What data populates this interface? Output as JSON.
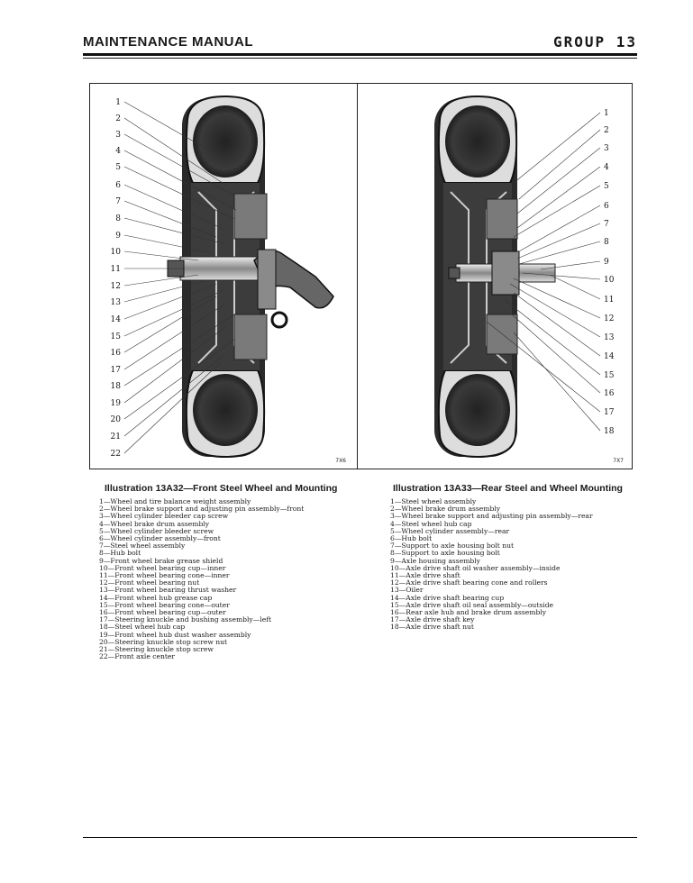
{
  "header": {
    "left": "MAINTENANCE MANUAL",
    "right": "GROUP 13"
  },
  "fig1": {
    "ref": "7X6",
    "caption": "Illustration 13A32—Front Steel Wheel and Mounting",
    "callouts": [
      "1",
      "2",
      "3",
      "4",
      "5",
      "6",
      "7",
      "8",
      "9",
      "10",
      "11",
      "12",
      "13",
      "14",
      "15",
      "16",
      "17",
      "18",
      "19",
      "20",
      "21",
      "22"
    ],
    "items": [
      "1—Wheel and tire balance weight assembly",
      "2—Wheel brake support and adjusting pin assembly—front",
      "3—Wheel cylinder bleeder cap screw",
      "4—Wheel brake drum assembly",
      "5—Wheel cylinder bleeder screw",
      "6—Wheel cylinder assembly—front",
      "7—Steel wheel assembly",
      "8—Hub bolt",
      "9—Front wheel brake grease shield",
      "10—Front wheel bearing cup—inner",
      "11—Front wheel bearing cone—inner",
      "12—Front wheel bearing nut",
      "13—Front wheel bearing thrust washer",
      "14—Front wheel hub grease cap",
      "15—Front wheel bearing cone—outer",
      "16—Front wheel bearing cup—outer",
      "17—Steering knuckle and bushing assembly—left",
      "18—Steel wheel hub cap",
      "19—Front wheel hub dust washer assembly",
      "20—Steering knuckle stop screw nut",
      "21—Steering knuckle stop screw",
      "22—Front axle center"
    ]
  },
  "fig2": {
    "ref": "7X7",
    "caption": "Illustration 13A33—Rear Steel and Wheel Mounting",
    "callouts": [
      "1",
      "2",
      "3",
      "4",
      "5",
      "6",
      "7",
      "8",
      "9",
      "10",
      "11",
      "12",
      "13",
      "14",
      "15",
      "16",
      "17",
      "18"
    ],
    "items": [
      "1—Steel wheel assembly",
      "2—Wheel brake drum assembly",
      "3—Wheel brake support and adjusting pin assembly—rear",
      "4—Steel wheel hub cap",
      "5—Wheel cylinder assembly—rear",
      "6—Hub bolt",
      "7—Support to axle housing bolt nut",
      "8—Support to axle housing bolt",
      "9—Axle housing assembly",
      "10—Axle drive shaft oil washer assembly—inside",
      "11—Axle drive shaft",
      "12—Axle drive shaft bearing cone and rollers",
      "13—Oiler",
      "14—Axle drive shaft bearing cup",
      "15—Axle drive shaft oil seal assembly—outside",
      "16—Rear axle hub and brake drum assembly",
      "17—Axle drive shaft key",
      "18—Axle drive shaft nut"
    ]
  }
}
